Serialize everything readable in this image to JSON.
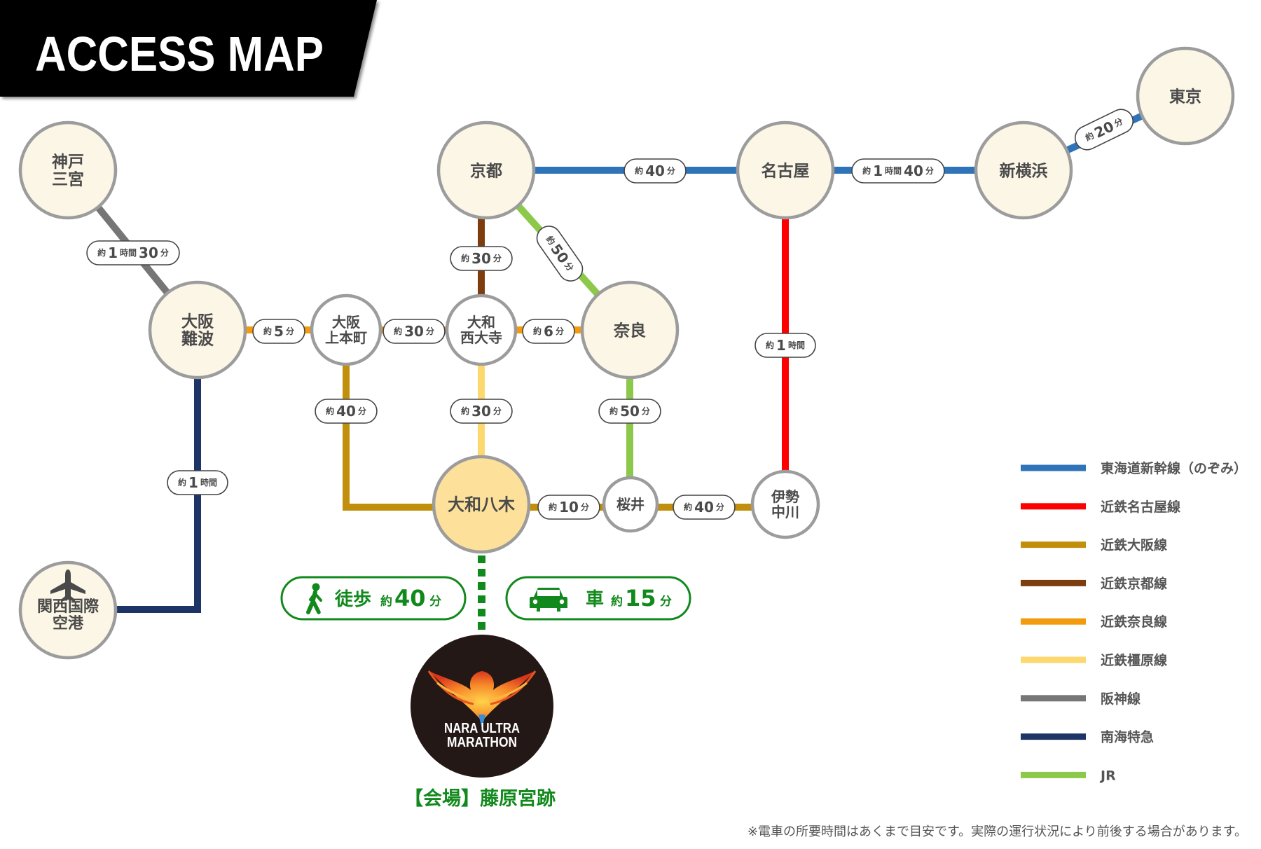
{
  "header": {
    "title": "ACCESS MAP"
  },
  "lines": [
    {
      "id": "tokaido",
      "name": "東海道新幹線（のぞみ）",
      "color": "#2f74b9"
    },
    {
      "id": "kintetsu_nagoya",
      "name": "近鉄名古屋線",
      "color": "#ff0000"
    },
    {
      "id": "kintetsu_osaka",
      "name": "近鉄大阪線",
      "color": "#c18f0b"
    },
    {
      "id": "kintetsu_kyoto",
      "name": "近鉄京都線",
      "color": "#7e3d0f"
    },
    {
      "id": "kintetsu_nara",
      "name": "近鉄奈良線",
      "color": "#f29b0f"
    },
    {
      "id": "kintetsu_kashihara",
      "name": "近鉄橿原線",
      "color": "#fdd86e"
    },
    {
      "id": "hanshin",
      "name": "阪神線",
      "color": "#767676"
    },
    {
      "id": "nankai",
      "name": "南海特急",
      "color": "#1d3566"
    },
    {
      "id": "jr",
      "name": "JR",
      "color": "#8cc94b"
    }
  ],
  "stations": [
    {
      "id": "kobe",
      "name": [
        "神戸",
        "三宮"
      ],
      "type": "major"
    },
    {
      "id": "namba",
      "name": [
        "大阪",
        "難波"
      ],
      "type": "major"
    },
    {
      "id": "uehommachi",
      "name": [
        "大阪",
        "上本町"
      ],
      "type": "minor"
    },
    {
      "id": "saidaiji",
      "name": [
        "大和",
        "西大寺"
      ],
      "type": "minor"
    },
    {
      "id": "nara",
      "name": [
        "奈良"
      ],
      "type": "major"
    },
    {
      "id": "kyoto",
      "name": [
        "京都"
      ],
      "type": "major"
    },
    {
      "id": "nagoya",
      "name": [
        "名古屋"
      ],
      "type": "major"
    },
    {
      "id": "shinyokohama",
      "name": [
        "新横浜"
      ],
      "type": "major"
    },
    {
      "id": "tokyo",
      "name": [
        "東京"
      ],
      "type": "major"
    },
    {
      "id": "yagi",
      "name": [
        "大和八木"
      ],
      "type": "hub"
    },
    {
      "id": "sakurai",
      "name": [
        "桜井"
      ],
      "type": "minor"
    },
    {
      "id": "isenakagawa",
      "name": [
        "伊勢",
        "中川"
      ],
      "type": "minor"
    },
    {
      "id": "kix",
      "name": [
        "関西国際",
        "空港"
      ],
      "type": "major",
      "icon": "airplane-icon"
    }
  ],
  "connections": [
    {
      "id": "kobe-namba",
      "line": "hanshin",
      "prefix": "約",
      "num": "1",
      "unit": "時間",
      "num2": "30",
      "unit2": "分"
    },
    {
      "id": "namba-uehommachi",
      "line": "kintetsu_nara",
      "prefix": "約",
      "num": "5",
      "unit": "分"
    },
    {
      "id": "uehommachi-saidaiji",
      "line": "kintetsu_nara",
      "prefix": "約",
      "num": "30",
      "unit": "分"
    },
    {
      "id": "saidaiji-nara",
      "line": "kintetsu_nara",
      "prefix": "約",
      "num": "6",
      "unit": "分"
    },
    {
      "id": "kyoto-saidaiji",
      "line": "kintetsu_kyoto",
      "prefix": "約",
      "num": "30",
      "unit": "分"
    },
    {
      "id": "kyoto-nara",
      "line": "jr",
      "prefix": "約",
      "num": "50",
      "unit": "分"
    },
    {
      "id": "kyoto-nagoya",
      "line": "tokaido",
      "prefix": "約",
      "num": "40",
      "unit": "分"
    },
    {
      "id": "nagoya-shinyokohama",
      "line": "tokaido",
      "prefix": "約",
      "num": "1",
      "unit": "時間",
      "num2": "40",
      "unit2": "分"
    },
    {
      "id": "shinyokohama-tokyo",
      "line": "tokaido",
      "prefix": "約",
      "num": "20",
      "unit": "分"
    },
    {
      "id": "nagoya-isenakagawa",
      "line": "kintetsu_nagoya",
      "prefix": "約",
      "num": "1",
      "unit": "時間"
    },
    {
      "id": "uehommachi-yagi",
      "line": "kintetsu_osaka",
      "prefix": "約",
      "num": "40",
      "unit": "分"
    },
    {
      "id": "saidaiji-yagi",
      "line": "kintetsu_kashihara",
      "prefix": "約",
      "num": "30",
      "unit": "分"
    },
    {
      "id": "nara-sakurai",
      "line": "jr",
      "prefix": "約",
      "num": "50",
      "unit": "分"
    },
    {
      "id": "yagi-sakurai",
      "line": "kintetsu_osaka",
      "prefix": "約",
      "num": "10",
      "unit": "分"
    },
    {
      "id": "sakurai-isenakagawa",
      "line": "kintetsu_osaka",
      "prefix": "約",
      "num": "40",
      "unit": "分"
    },
    {
      "id": "namba-kix",
      "line": "nankai",
      "prefix": "約",
      "num": "1",
      "unit": "時間"
    }
  ],
  "access": {
    "walk": {
      "icon": "walking-person-icon",
      "label": "徒歩",
      "prefix": "約",
      "num": "40",
      "unit": "分"
    },
    "car": {
      "icon": "car-icon",
      "label": "車",
      "prefix": "約",
      "num": "15",
      "unit": "分"
    },
    "color": "#12891c"
  },
  "venue": {
    "logo_line1": "NARA ULTRA",
    "logo_line2": "MARATHON",
    "label": "【会場】藤原宮跡"
  },
  "footnote": "※電車の所要時間はあくまで目安です。実際の運行状況により前後する場合があります。",
  "colors": {
    "station_fill_major": "#fbf6e6",
    "station_fill_minor": "#ffffff",
    "station_fill_hub": "#fde09a",
    "station_stroke": "#9c9c9c",
    "text": "#4a4a4a"
  }
}
